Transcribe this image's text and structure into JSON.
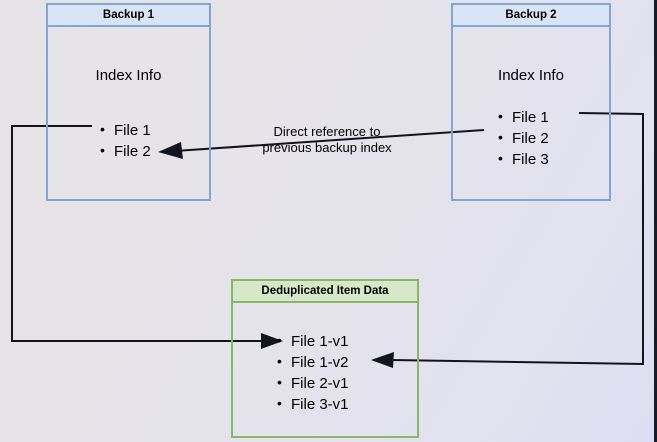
{
  "diagram": {
    "title": "Backup deduplication reference diagram",
    "colors": {
      "backup_border": "#7ea6d6",
      "backup_header_fill": "#d9e5f7",
      "dedup_border": "#84b965",
      "dedup_header_fill": "#d6e8c8",
      "connector": "#14141c",
      "background": "#e4e3ec"
    },
    "nodes": [
      {
        "id": "backup1",
        "header": "Backup 1",
        "subtitle": "Index Info",
        "items": [
          "File 1",
          "File 2"
        ]
      },
      {
        "id": "backup2",
        "header": "Backup 2",
        "subtitle": "Index Info",
        "items": [
          "File 1",
          "File 2",
          "File 3"
        ]
      },
      {
        "id": "dedup",
        "header": "Deduplicated Item Data",
        "subtitle": "",
        "items": [
          "File 1-v1",
          "File 1-v2",
          "File 2-v1",
          "File 3-v1"
        ]
      }
    ],
    "annotations": [
      {
        "id": "direct-reference",
        "text": "Direct reference to\nprevious backup index"
      }
    ],
    "connectors": [
      {
        "id": "backup1-file1-to-dedup-file1v1",
        "from": "Backup 1 / File 1",
        "to": "Deduplicated Item Data / File 1-v1"
      },
      {
        "id": "backup2-file2-to-backup1-file2",
        "from": "Backup 2 / File 2",
        "to": "Backup 1 / File 2"
      },
      {
        "id": "backup2-file1-to-dedup-file1v2",
        "from": "Backup 2 / File 1",
        "to": "Deduplicated Item Data / File 1-v2"
      }
    ]
  }
}
